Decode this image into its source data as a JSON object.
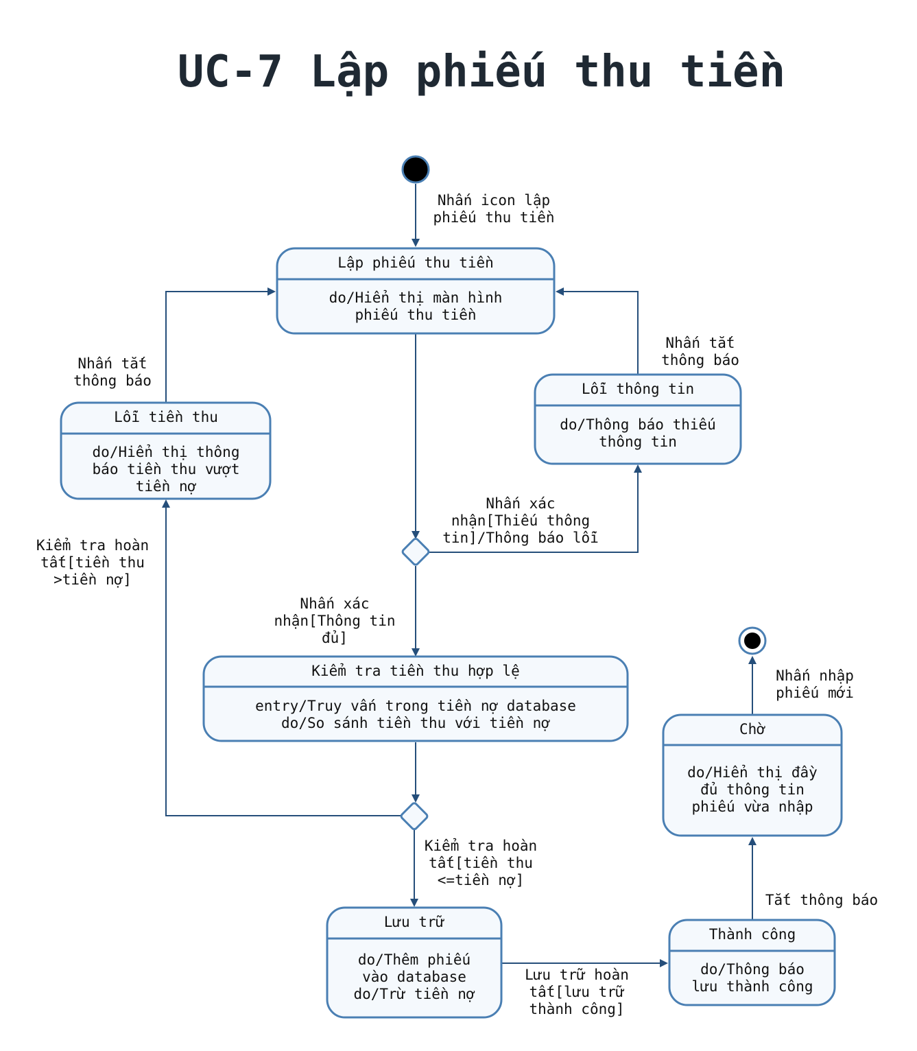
{
  "title": "UC-7 Lập phiếu thu tiền",
  "states": {
    "lap_phieu": {
      "name": "Lập phiếu thu tiền",
      "body": [
        "do/Hiển thị màn hình",
        "phiếu thu tiền"
      ]
    },
    "loi_tien_thu": {
      "name": "Lỗi tiền thu",
      "body": [
        "do/Hiển thị thông",
        "báo tiền thu vượt",
        "tiền nợ"
      ]
    },
    "loi_thong_tin": {
      "name": "Lỗi thông tin",
      "body": [
        "do/Thông báo thiếu",
        "thông tin"
      ]
    },
    "kiem_tra": {
      "name": "Kiểm tra tiền thu hợp lệ",
      "body": [
        "entry/Truy vấn trong tiền nợ database",
        "do/So sánh tiền thu với tiền nợ"
      ]
    },
    "luu_tru": {
      "name": "Lưu trữ",
      "body": [
        "do/Thêm phiếu",
        "vào database",
        "do/Trừ tiền nợ"
      ]
    },
    "thanh_cong": {
      "name": "Thành công",
      "body": [
        "do/Thông báo",
        "lưu thành công"
      ]
    },
    "cho": {
      "name": "Chờ",
      "body": [
        "do/Hiển thị đầy",
        "đủ thông tin",
        "phiếu vừa nhập"
      ]
    }
  },
  "transitions": {
    "start": [
      "Nhấn icon lập",
      "phiếu thu tiền"
    ],
    "tat_tb_left": [
      "Nhấn tắt",
      "thông báo"
    ],
    "tat_tb_right": [
      "Nhấn tắt",
      "thông báo"
    ],
    "thieu_tt": [
      "Nhấn xác",
      "nhận[Thiếu thông",
      "tin]/Thông báo lỗi"
    ],
    "du_tt": [
      "Nhấn xác",
      "nhận[Thông tin",
      "đủ]"
    ],
    "vuot_no": [
      "Kiểm tra hoàn",
      "tất[tiền thu",
      ">tiền nợ]"
    ],
    "hop_le": [
      "Kiểm tra hoàn",
      "tất[tiền thu",
      "<=tiền nợ]"
    ],
    "luu_ok": [
      "Lưu trữ hoàn",
      "tất[lưu trữ",
      "thành công]"
    ],
    "tat_tb_ok": [
      "Tắt thông báo"
    ],
    "nhap_moi": [
      "Nhấn nhập",
      "phiếu mới"
    ]
  }
}
